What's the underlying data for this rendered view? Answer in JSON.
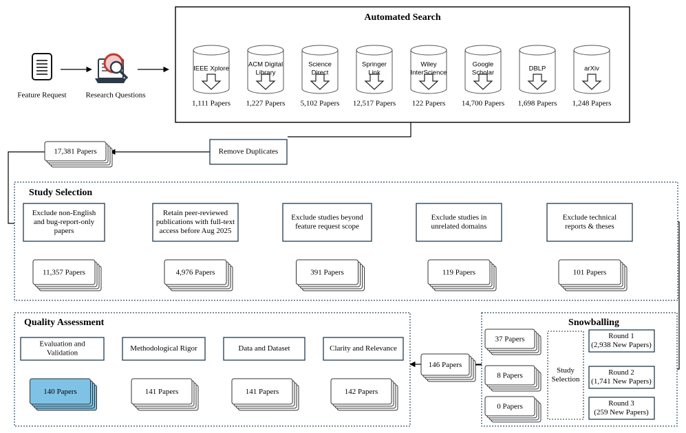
{
  "inputs": {
    "feature_request": "Feature Request",
    "research_questions": "Research Questions"
  },
  "automated_search": {
    "title": "Automated Search",
    "sources": [
      {
        "lines": [
          "IEEE Xplore"
        ],
        "papers": "1,111 Papers"
      },
      {
        "lines": [
          "ACM Digital",
          "Library"
        ],
        "papers": "1,227 Papers"
      },
      {
        "lines": [
          "Science",
          "Direct"
        ],
        "papers": "5,102 Papers"
      },
      {
        "lines": [
          "Springer",
          "Link"
        ],
        "papers": "12,517 Papers"
      },
      {
        "lines": [
          "Wiley",
          "InterScience"
        ],
        "papers": "122 Papers"
      },
      {
        "lines": [
          "Google",
          "Scholar"
        ],
        "papers": "14,700 Papers"
      },
      {
        "lines": [
          "DBLP"
        ],
        "papers": "1,698 Papers"
      },
      {
        "lines": [
          "arXiv"
        ],
        "papers": "1,248 Papers"
      }
    ]
  },
  "remove_duplicates": "Remove Duplicates",
  "after_dedup": "17,381 Papers",
  "study_selection": {
    "title": "Study Selection",
    "steps": [
      {
        "lines": [
          "Exclude non-English",
          "and bug-report-only",
          "papers"
        ],
        "papers": "11,357 Papers"
      },
      {
        "lines": [
          "Retain peer-reviewed",
          "publications with full-text",
          "access before Aug 2025"
        ],
        "papers": "4,976 Papers"
      },
      {
        "lines": [
          "Exclude studies beyond",
          "feature request scope"
        ],
        "papers": "391 Papers"
      },
      {
        "lines": [
          "Exclude studies in",
          "unrelated domains"
        ],
        "papers": "119 Papers"
      },
      {
        "lines": [
          "Exclude technical",
          "reports & theses"
        ],
        "papers": "101 Papers"
      }
    ]
  },
  "snowballing": {
    "title": "Snowballing",
    "selection": [
      "Study",
      "Selection"
    ],
    "rounds": [
      {
        "lines": [
          "Round 1",
          "(2,938 New Papers)"
        ],
        "papers": "37 Papers"
      },
      {
        "lines": [
          "Round 2",
          "(1,741 New Papers)"
        ],
        "papers": "8 Papers"
      },
      {
        "lines": [
          "Round 3",
          "(259 New Papers)"
        ],
        "papers": "0 Papers"
      }
    ]
  },
  "after_snowballing": "146 Papers",
  "quality_assessment": {
    "title": "Quality Assessment",
    "steps": [
      {
        "lines": [
          "Clarity and Relevance"
        ],
        "papers": "142 Papers"
      },
      {
        "lines": [
          "Data and Dataset"
        ],
        "papers": "141 Papers"
      },
      {
        "lines": [
          "Methodological Rigor"
        ],
        "papers": "141 Papers"
      },
      {
        "lines": [
          "Evaluation and",
          "Validation"
        ],
        "papers": "140 Papers"
      }
    ]
  },
  "colors": {
    "stroke": "#000000",
    "box_stroke": "#1f3a4d",
    "final_fill": "#7ec3e6",
    "dotted": "#2c4a66"
  }
}
